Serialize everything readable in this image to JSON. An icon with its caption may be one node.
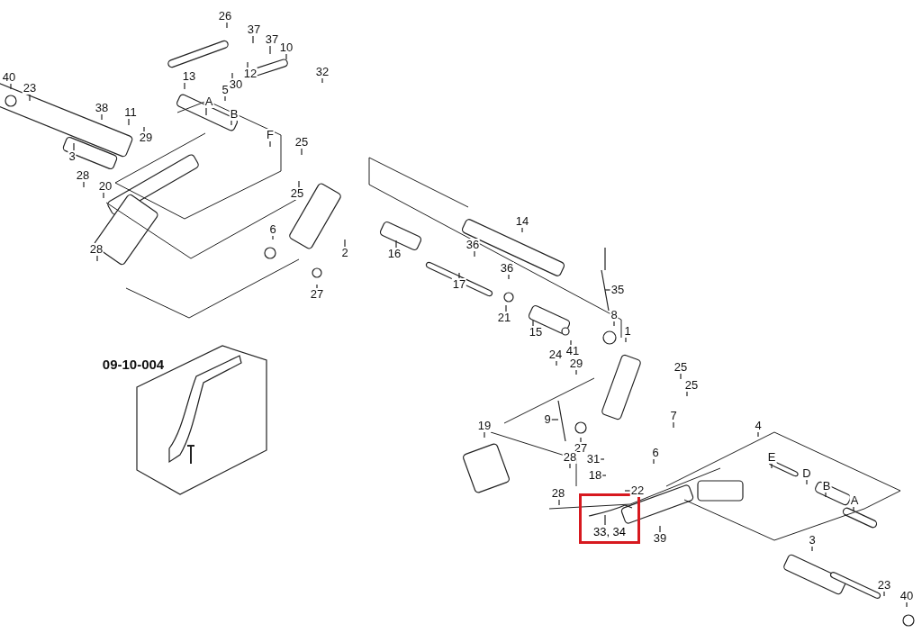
{
  "diagram": {
    "nodes": [
      {
        "text": [
          "26"
        ]
      },
      {
        "text": [
          "37"
        ]
      },
      {
        "text": [
          "37"
        ]
      },
      {
        "text": [
          "10"
        ]
      },
      {
        "text": [
          "32"
        ]
      },
      {
        "text": [
          "12"
        ]
      },
      {
        "text": [
          "30"
        ]
      },
      {
        "text": [
          "13"
        ]
      },
      {
        "text": [
          "5"
        ]
      },
      {
        "text": [
          "A"
        ]
      },
      {
        "text": [
          "B"
        ]
      },
      {
        "text": [
          "F"
        ]
      },
      {
        "text": [
          "40"
        ]
      },
      {
        "text": [
          "23"
        ]
      },
      {
        "text": [
          "38"
        ]
      },
      {
        "text": [
          "11"
        ]
      },
      {
        "text": [
          "29"
        ]
      },
      {
        "text": [
          "3"
        ]
      },
      {
        "text": [
          "28"
        ]
      },
      {
        "text": [
          "20"
        ]
      },
      {
        "text": [
          "28"
        ]
      },
      {
        "text": [
          "25"
        ]
      },
      {
        "text": [
          "25"
        ]
      },
      {
        "text": [
          "6"
        ]
      },
      {
        "text": [
          "2"
        ]
      },
      {
        "text": [
          "27"
        ]
      },
      {
        "text": [
          "09-10-004"
        ]
      },
      {
        "text": [
          "14"
        ]
      },
      {
        "text": [
          "16"
        ]
      },
      {
        "text": [
          "36"
        ]
      },
      {
        "text": [
          "36"
        ]
      },
      {
        "text": [
          "17"
        ]
      },
      {
        "text": [
          "35"
        ]
      },
      {
        "text": [
          "21"
        ]
      },
      {
        "text": [
          "15"
        ]
      },
      {
        "text": [
          "8"
        ]
      },
      {
        "text": [
          "1"
        ]
      },
      {
        "text": [
          "24"
        ]
      },
      {
        "text": [
          "41"
        ]
      },
      {
        "text": [
          "29"
        ]
      },
      {
        "text": [
          "25"
        ]
      },
      {
        "text": [
          "25"
        ]
      },
      {
        "text": [
          "9"
        ]
      },
      {
        "text": [
          "19"
        ]
      },
      {
        "text": [
          "27"
        ]
      },
      {
        "text": [
          "28"
        ]
      },
      {
        "text": [
          "7"
        ]
      },
      {
        "text": [
          "31"
        ]
      },
      {
        "text": [
          "18"
        ]
      },
      {
        "text": [
          "6"
        ]
      },
      {
        "text": [
          "4"
        ]
      },
      {
        "text": [
          "E"
        ]
      },
      {
        "text": [
          "D"
        ]
      },
      {
        "text": [
          "B"
        ]
      },
      {
        "text": [
          "A"
        ]
      },
      {
        "text": [
          "22"
        ]
      },
      {
        "text": [
          "28"
        ]
      },
      {
        "text": [
          "33, 34"
        ]
      },
      {
        "text": [
          "39"
        ]
      },
      {
        "text": [
          "3"
        ]
      },
      {
        "text": [
          "23"
        ]
      },
      {
        "text": [
          "40"
        ]
      }
    ],
    "edges": [
      {
        "from": 0,
        "to": null,
        "arrow": "none"
      },
      {
        "from": 1,
        "to": null,
        "arrow": "none"
      },
      {
        "from": 2,
        "to": null,
        "arrow": "none"
      },
      {
        "from": 3,
        "to": null,
        "arrow": "none"
      },
      {
        "from": 4,
        "to": null,
        "arrow": "none"
      },
      {
        "from": 5,
        "to": null,
        "arrow": "none"
      },
      {
        "from": 6,
        "to": null,
        "arrow": "none"
      },
      {
        "from": 7,
        "to": null,
        "arrow": "none"
      },
      {
        "from": 8,
        "to": null,
        "arrow": "none"
      },
      {
        "from": 9,
        "to": null,
        "arrow": "none"
      },
      {
        "from": 10,
        "to": null,
        "arrow": "none"
      },
      {
        "from": 11,
        "to": null,
        "arrow": "none"
      },
      {
        "from": 12,
        "to": null,
        "arrow": "none"
      },
      {
        "from": 13,
        "to": null,
        "arrow": "none"
      },
      {
        "from": 14,
        "to": null,
        "arrow": "none"
      },
      {
        "from": 15,
        "to": null,
        "arrow": "none"
      },
      {
        "from": 16,
        "to": null,
        "arrow": "none"
      },
      {
        "from": 17,
        "to": null,
        "arrow": "none"
      },
      {
        "from": 18,
        "to": null,
        "arrow": "none"
      },
      {
        "from": 19,
        "to": null,
        "arrow": "none"
      },
      {
        "from": 20,
        "to": null,
        "arrow": "none"
      },
      {
        "from": 21,
        "to": null,
        "arrow": "none"
      },
      {
        "from": 22,
        "to": null,
        "arrow": "none"
      },
      {
        "from": 23,
        "to": null,
        "arrow": "none"
      },
      {
        "from": 24,
        "to": null,
        "arrow": "none"
      },
      {
        "from": 25,
        "to": null,
        "arrow": "none"
      },
      {
        "from": 27,
        "to": null,
        "arrow": "none"
      },
      {
        "from": 28,
        "to": null,
        "arrow": "none"
      },
      {
        "from": 29,
        "to": null,
        "arrow": "none"
      },
      {
        "from": 30,
        "to": null,
        "arrow": "none"
      },
      {
        "from": 31,
        "to": null,
        "arrow": "none"
      },
      {
        "from": 32,
        "to": null,
        "arrow": "none"
      },
      {
        "from": 33,
        "to": null,
        "arrow": "none"
      },
      {
        "from": 34,
        "to": null,
        "arrow": "none"
      },
      {
        "from": 35,
        "to": null,
        "arrow": "none"
      },
      {
        "from": 36,
        "to": null,
        "arrow": "none"
      },
      {
        "from": 37,
        "to": null,
        "arrow": "none"
      },
      {
        "from": 38,
        "to": null,
        "arrow": "none"
      },
      {
        "from": 39,
        "to": null,
        "arrow": "none"
      },
      {
        "from": 40,
        "to": null,
        "arrow": "none"
      },
      {
        "from": 41,
        "to": null,
        "arrow": "none"
      },
      {
        "from": 42,
        "to": null,
        "arrow": "none"
      },
      {
        "from": 43,
        "to": null,
        "arrow": "none"
      },
      {
        "from": 44,
        "to": null,
        "arrow": "none"
      },
      {
        "from": 45,
        "to": null,
        "arrow": "none"
      },
      {
        "from": 46,
        "to": null,
        "arrow": "none"
      },
      {
        "from": 47,
        "to": null,
        "arrow": "none"
      },
      {
        "from": 48,
        "to": null,
        "arrow": "none"
      },
      {
        "from": 49,
        "to": null,
        "arrow": "none"
      },
      {
        "from": 50,
        "to": null,
        "arrow": "none"
      },
      {
        "from": 51,
        "to": null,
        "arrow": "none"
      },
      {
        "from": 52,
        "to": null,
        "arrow": "none"
      },
      {
        "from": 53,
        "to": null,
        "arrow": "none"
      },
      {
        "from": 54,
        "to": null,
        "arrow": "none"
      },
      {
        "from": 55,
        "to": null,
        "arrow": "none"
      },
      {
        "from": 56,
        "to": null,
        "arrow": "none"
      },
      {
        "from": 57,
        "to": null,
        "arrow": "none"
      },
      {
        "from": 58,
        "to": null,
        "arrow": "none"
      },
      {
        "from": 59,
        "to": null,
        "arrow": "none"
      },
      {
        "from": 60,
        "to": null,
        "arrow": "none"
      },
      {
        "from": 61,
        "to": null,
        "arrow": "none"
      }
    ]
  }
}
